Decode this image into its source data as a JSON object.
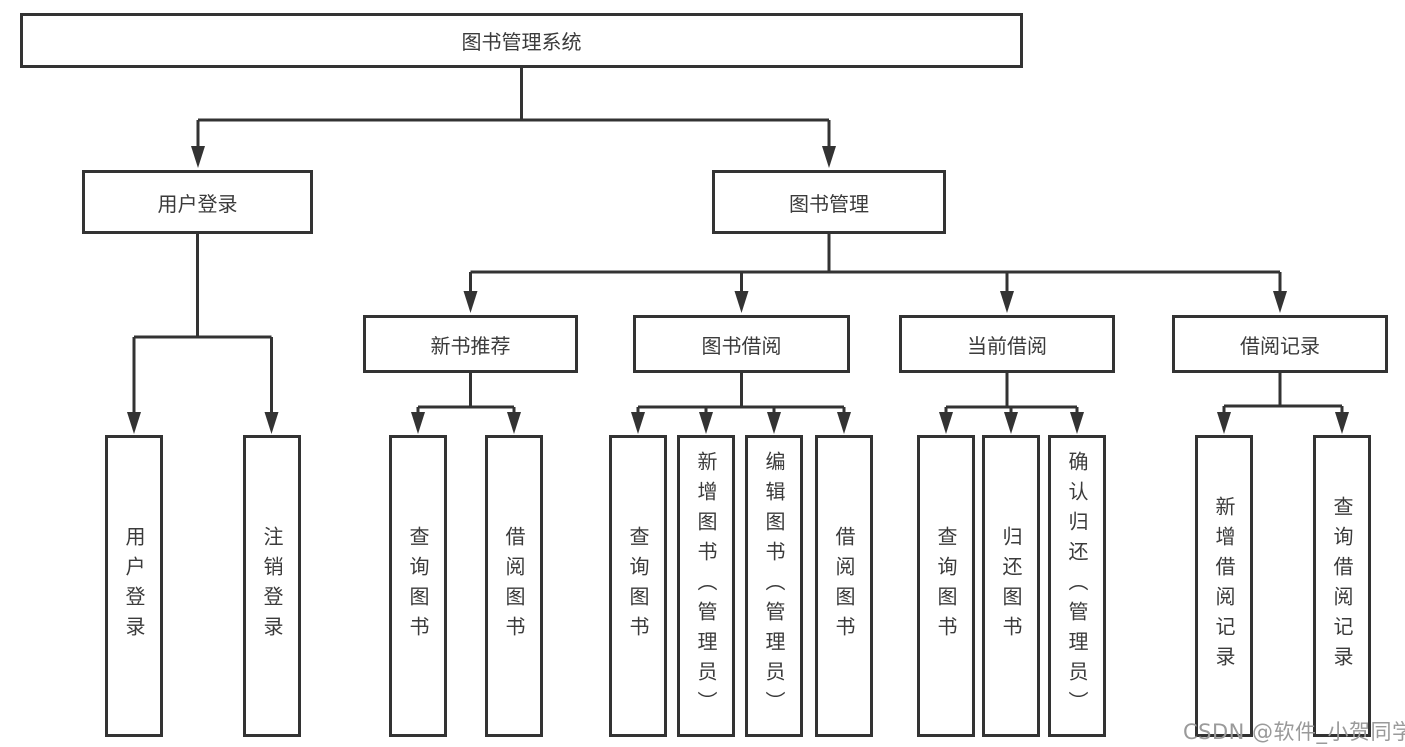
{
  "diagram": {
    "type": "hierarchy-chart",
    "colors": {
      "line": "#333333",
      "box_border": "#333333",
      "text": "#3b3b3b",
      "background": "#ffffff",
      "watermark": "#9a9a9a"
    },
    "watermark": "CSDN @软件_小贺同学",
    "nodes": {
      "root": {
        "label": "图书管理系统"
      },
      "user_login": {
        "label": "用户登录"
      },
      "book_mgmt": {
        "label": "图书管理"
      },
      "new_book_rec": {
        "label": "新书推荐"
      },
      "book_borrow": {
        "label": "图书借阅"
      },
      "current_borrow": {
        "label": "当前借阅"
      },
      "borrow_record": {
        "label": "借阅记录"
      },
      "leaf_user_login": {
        "label": "用户登录"
      },
      "leaf_logout": {
        "label": "注销登录"
      },
      "leaf_query_books_rec": {
        "label": "查询图书"
      },
      "leaf_borrow_books_rec": {
        "label": "借阅图书"
      },
      "leaf_query_books_borrow": {
        "label": "查询图书"
      },
      "leaf_add_books_admin": {
        "label": "新增图书（管理员）"
      },
      "leaf_edit_books_admin": {
        "label": "编辑图书（管理员）"
      },
      "leaf_borrow_books": {
        "label": "借阅图书"
      },
      "leaf_query_books_current": {
        "label": "查询图书"
      },
      "leaf_return_books": {
        "label": "归还图书"
      },
      "leaf_confirm_return_admin": {
        "label": "确认归还（管理员）"
      },
      "leaf_add_borrow_record": {
        "label": "新增借阅记录"
      },
      "leaf_query_borrow_record": {
        "label": "查询借阅记录"
      }
    },
    "structure": {
      "root": "图书管理系统",
      "children": [
        {
          "label": "用户登录",
          "children": [
            "用户登录",
            "注销登录"
          ]
        },
        {
          "label": "图书管理",
          "children": [
            {
              "label": "新书推荐",
              "children": [
                "查询图书",
                "借阅图书"
              ]
            },
            {
              "label": "图书借阅",
              "children": [
                "查询图书",
                "新增图书（管理员）",
                "编辑图书（管理员）",
                "借阅图书"
              ]
            },
            {
              "label": "当前借阅",
              "children": [
                "查询图书",
                "归还图书",
                "确认归还（管理员）"
              ]
            },
            {
              "label": "借阅记录",
              "children": [
                "新增借阅记录",
                "查询借阅记录"
              ]
            }
          ]
        }
      ]
    }
  }
}
